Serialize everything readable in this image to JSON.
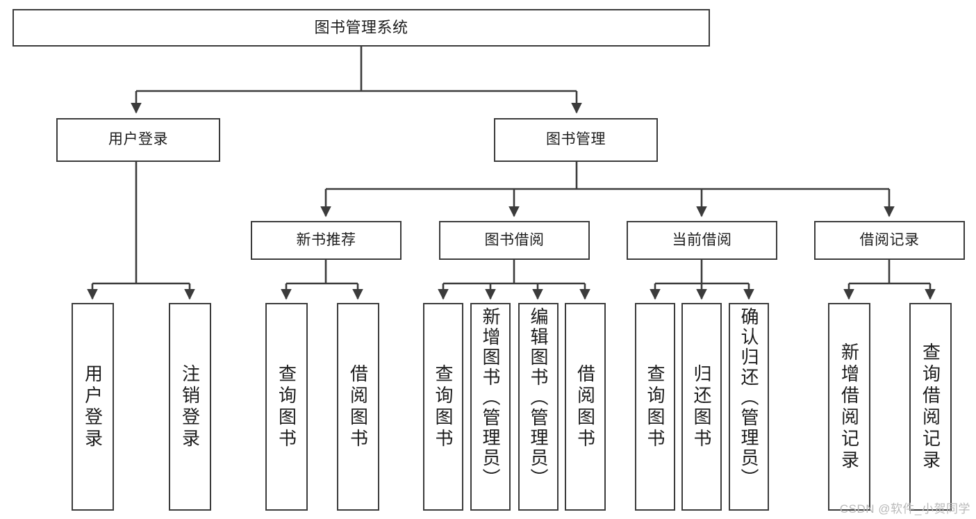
{
  "diagram": {
    "type": "hierarchy-tree",
    "title": "图书管理系统",
    "watermark": "CSDN @软件_小贺同学",
    "colors": {
      "box_border": "#3b3b3b",
      "box_fill": "#ffffff",
      "connector": "#3b3b3b",
      "text": "#1c1c1c",
      "watermark": "#b9b9b9",
      "background": "#ffffff"
    },
    "levels": {
      "root": {
        "label": "图书管理系统"
      },
      "level2": [
        {
          "label": "用户登录"
        },
        {
          "label": "图书管理"
        }
      ],
      "level3": [
        {
          "label": "新书推荐"
        },
        {
          "label": "图书借阅"
        },
        {
          "label": "当前借阅"
        },
        {
          "label": "借阅记录"
        }
      ],
      "leaves": {
        "user_login": [
          {
            "label": "用户登录"
          },
          {
            "label": "注销登录"
          }
        ],
        "new_book": [
          {
            "label": "查询图书"
          },
          {
            "label": "借阅图书"
          }
        ],
        "book_borrow": [
          {
            "label": "查询图书"
          },
          {
            "label": "新增图书（管理员）"
          },
          {
            "label": "编辑图书（管理员）"
          },
          {
            "label": "借阅图书"
          }
        ],
        "current_borrow": [
          {
            "label": "查询图书"
          },
          {
            "label": "归还图书"
          },
          {
            "label": "确认归还（管理员）"
          }
        ],
        "borrow_record": [
          {
            "label": "新增借阅记录"
          },
          {
            "label": "查询借阅记录"
          }
        ]
      }
    }
  }
}
